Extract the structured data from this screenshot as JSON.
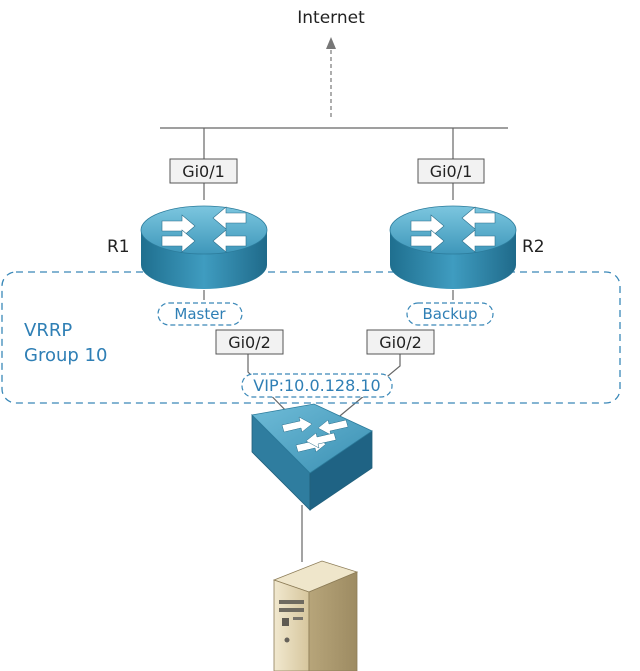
{
  "internet_label": "Internet",
  "routers": [
    {
      "name": "R1",
      "role": "Master",
      "uplink_port": "Gi0/1",
      "downlink_port": "Gi0/2"
    },
    {
      "name": "R2",
      "role": "Backup",
      "uplink_port": "Gi0/1",
      "downlink_port": "Gi0/2"
    }
  ],
  "vrrp_group": {
    "line1": "VRRP",
    "line2": "Group 10"
  },
  "vip_label": "VIP:10.0.128.10",
  "colors": {
    "router_blue": "#3b93b5",
    "router_top": "#56b0cf",
    "group_outline": "#3a88b8",
    "group_text": "#2f7fb5",
    "port_box_fill": "#f2f2f2",
    "port_box_border": "#555555",
    "line": "#666666",
    "server_beige": "#d9cba6"
  },
  "icons": {
    "router": "router-icon",
    "switch": "switch-icon",
    "server": "server-icon",
    "internet_arrow": "arrow-up-icon"
  }
}
